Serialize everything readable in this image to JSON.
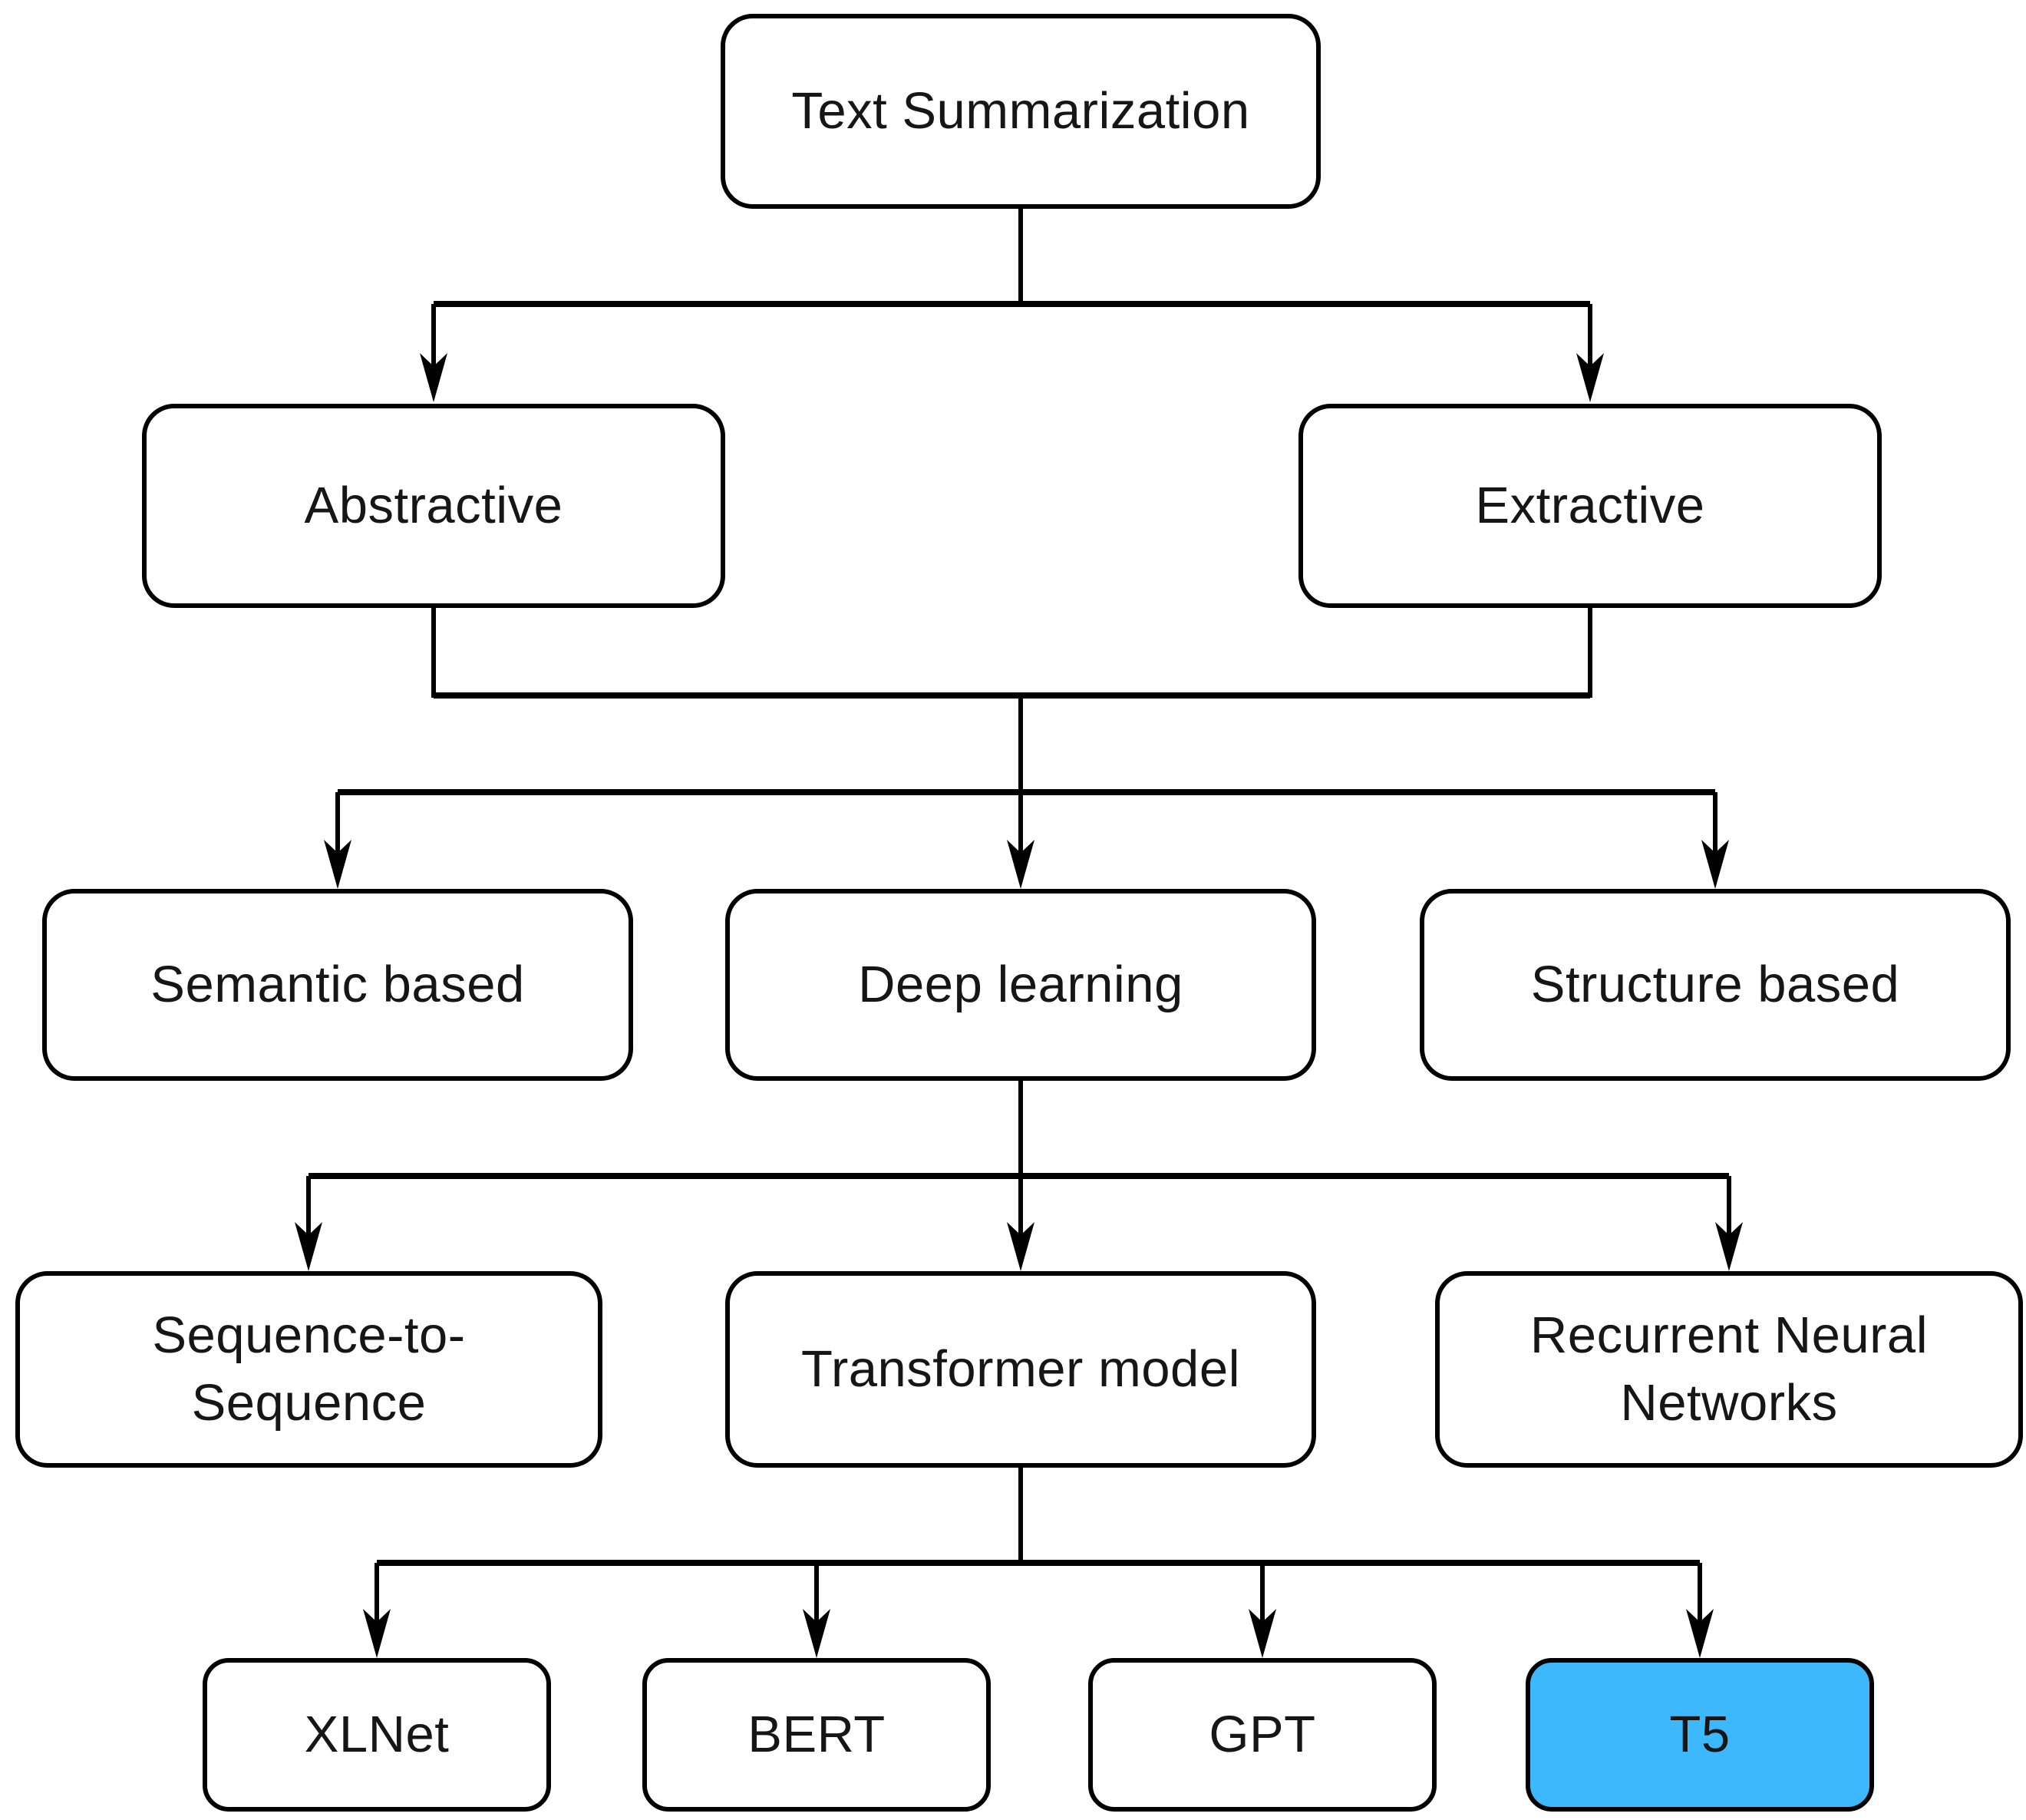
{
  "diagram": {
    "type": "flowchart",
    "colors": {
      "background": "#FFFFFF",
      "node_fill": "#FFFFFF",
      "stroke": "#000000",
      "text": "#161616",
      "highlight_fill": "#3DB8FC"
    },
    "nodes": {
      "root": {
        "label": "Text Summarization",
        "highlighted": false
      },
      "abstractive": {
        "label": "Abstractive",
        "highlighted": false
      },
      "extractive": {
        "label": "Extractive",
        "highlighted": false
      },
      "semantic": {
        "label": "Semantic based",
        "highlighted": false
      },
      "deep_learning": {
        "label": "Deep learning",
        "highlighted": false
      },
      "structure": {
        "label": "Structure based",
        "highlighted": false
      },
      "seq2seq": {
        "label": "Sequence-to-\nSequence",
        "highlighted": false
      },
      "transformer": {
        "label": "Transformer model",
        "highlighted": false
      },
      "rnn": {
        "label": "Recurrent Neural\nNetworks",
        "highlighted": false
      },
      "xlnet": {
        "label": "XLNet",
        "highlighted": false
      },
      "bert": {
        "label": "BERT",
        "highlighted": false
      },
      "gpt": {
        "label": "GPT",
        "highlighted": false
      },
      "t5": {
        "label": "T5",
        "highlighted": true
      }
    },
    "edges": [
      {
        "from": [
          "root"
        ],
        "to": [
          "abstractive",
          "extractive"
        ]
      },
      {
        "from": [
          "abstractive",
          "extractive"
        ],
        "to": [
          "semantic",
          "deep_learning",
          "structure"
        ]
      },
      {
        "from": [
          "deep_learning"
        ],
        "to": [
          "seq2seq",
          "transformer",
          "rnn"
        ]
      },
      {
        "from": [
          "transformer"
        ],
        "to": [
          "xlnet",
          "bert",
          "gpt",
          "t5"
        ]
      }
    ]
  }
}
